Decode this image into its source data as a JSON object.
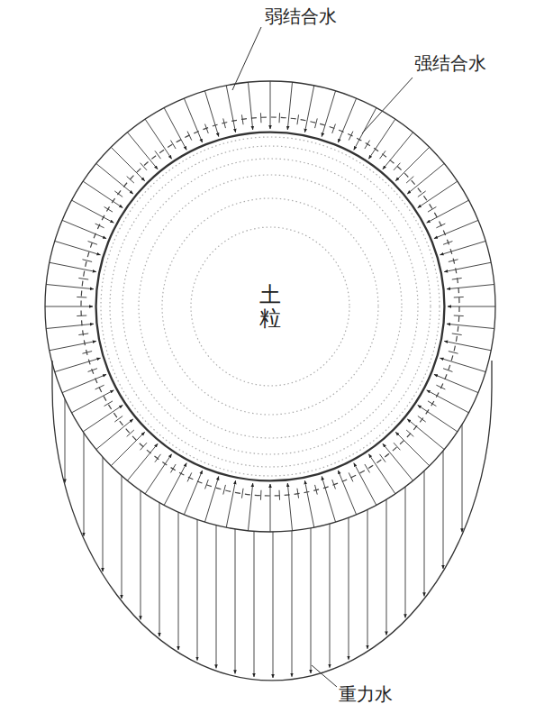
{
  "diagram": {
    "nodes": [
      {
        "text": [
          "土粒"
        ]
      }
    ],
    "labels": [
      "弱结合水",
      "强结合水",
      "重力水"
    ]
  }
}
